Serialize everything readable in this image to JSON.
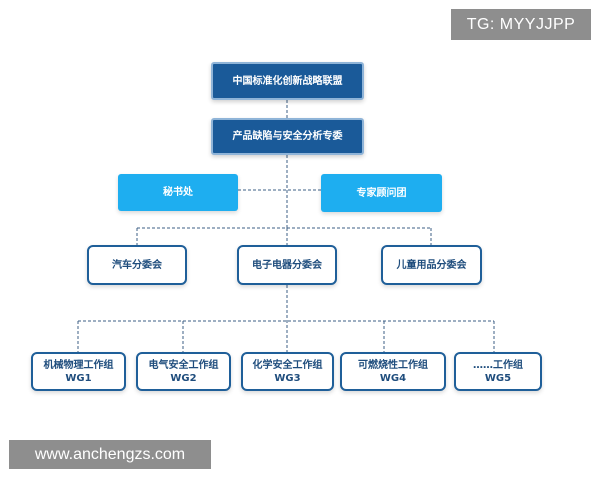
{
  "watermarks": {
    "tg": "TG: MYYJJPP",
    "site": "www.anchengzs.com"
  },
  "colors": {
    "dark_node": "#1a5a99",
    "light_node": "#1eaef0",
    "outline_border": "#1f5f99",
    "outline_text": "#1f4d7d",
    "connector": "#3d5f86"
  },
  "org": {
    "alliance": "中国标准化创新战略联盟",
    "committee": "产品缺陷与安全分析专委",
    "secretariat": "秘书处",
    "advisory": "专家顾问团",
    "subcommittees": [
      {
        "label": "汽车分委会"
      },
      {
        "label": "电子电器分委会"
      },
      {
        "label": "儿童用品分委会"
      }
    ],
    "working_groups": [
      {
        "label": "机械物理工作组",
        "code": "WG1"
      },
      {
        "label": "电气安全工作组",
        "code": "WG2"
      },
      {
        "label": "化学安全工作组",
        "code": "WG3"
      },
      {
        "label": "可燃烧性工作组",
        "code": "WG4"
      },
      {
        "label": "……工作组",
        "code": "WG5"
      }
    ]
  }
}
